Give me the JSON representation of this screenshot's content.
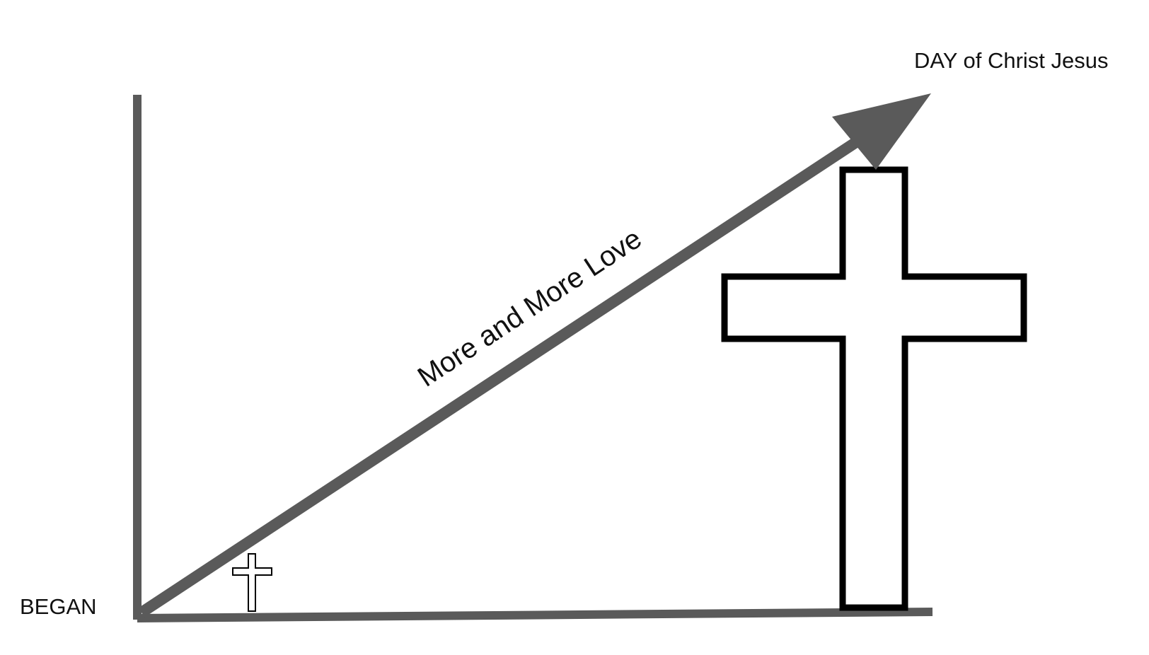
{
  "diagram": {
    "start_label": "BEGAN",
    "end_label": "DAY of Christ Jesus",
    "arrow_label": "More and More Love"
  },
  "colors": {
    "axis": "#5a5a5a",
    "arrow": "#5a5a5a",
    "cross_outline": "#000000",
    "cross_fill": "#ffffff",
    "text": "#111111",
    "background": "#ffffff"
  },
  "icons": {
    "small_cross": "cross-outline-icon",
    "large_cross": "cross-outline-icon"
  }
}
